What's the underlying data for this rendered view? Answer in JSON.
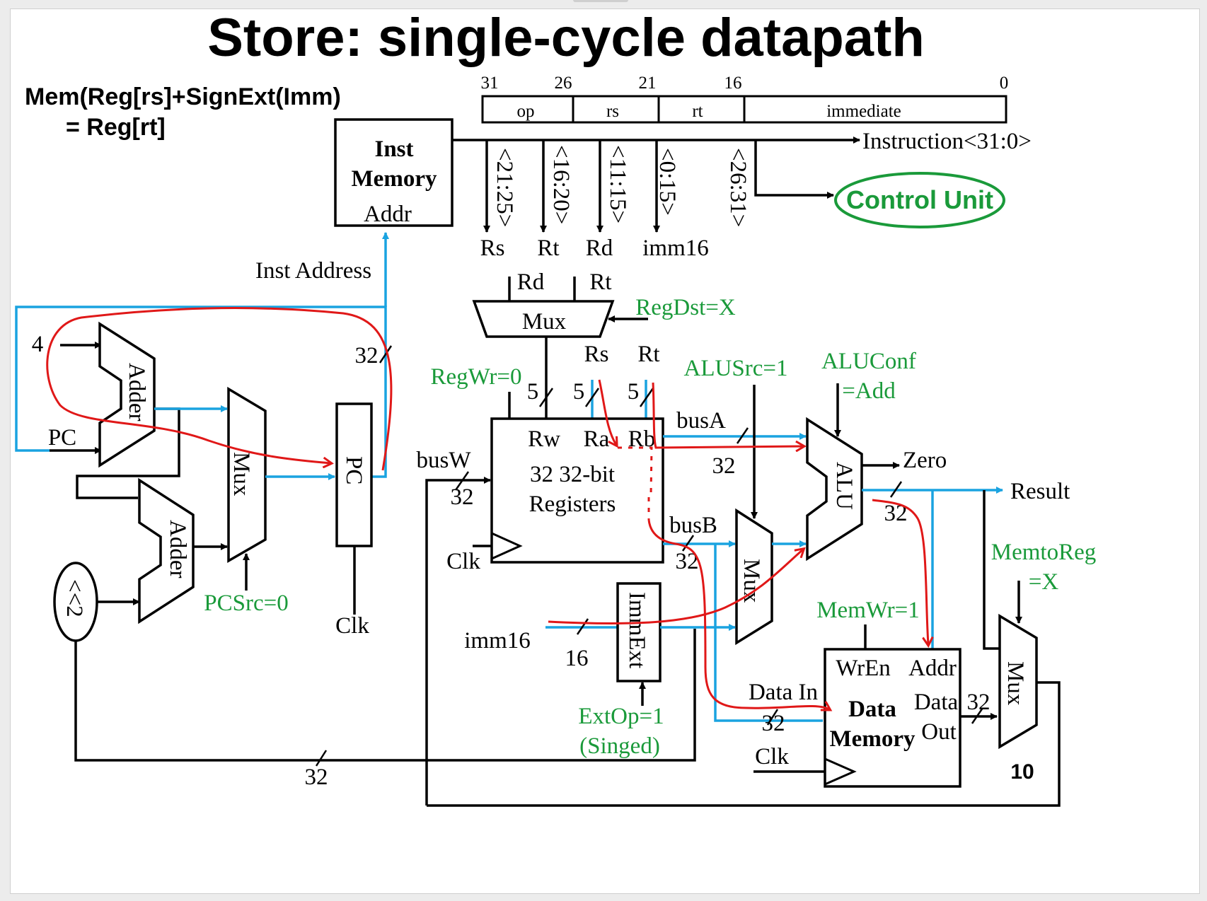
{
  "title": "Store: single-cycle datapath",
  "equation": {
    "line1": "Mem(Reg[rs]+SignExt(Imm)",
    "line2": "= Reg[rt]"
  },
  "format": {
    "bits": [
      "31",
      "26",
      "21",
      "16",
      "0"
    ],
    "fields": [
      "op",
      "rs",
      "rt",
      "immediate"
    ]
  },
  "instruction_label": "Instruction<31:0>",
  "control_unit": "Control Unit",
  "inst_memory": {
    "line1": "Inst",
    "line2": "Memory",
    "addr": "Addr"
  },
  "bit_ranges": [
    "<21:25>",
    "<16:20>",
    "<11:15>",
    "<0:15>",
    "<26:31>"
  ],
  "fields_out": [
    "Rs",
    "Rt",
    "Rd",
    "imm16"
  ],
  "inst_address": "Inst Address",
  "regdst_mux": {
    "in_rd": "Rd",
    "in_rt": "Rt",
    "label": "Mux",
    "ctrl": "RegDst=X"
  },
  "pc_logic": {
    "four": "4",
    "pc": "PC",
    "adder": "Adder",
    "mux": "Mux",
    "pc_reg": "PC",
    "shift": "<<2",
    "pcsrc": "PCSrc=0",
    "clk": "Clk",
    "width": "32"
  },
  "regfile": {
    "regwr": "RegWr=0",
    "rs": "Rs",
    "rt": "Rt",
    "w5": "5",
    "rw": "Rw",
    "ra": "Ra",
    "rb": "Rb",
    "line1": "32 32-bit",
    "line2": "Registers",
    "busw": "busW",
    "clk": "Clk",
    "width": "32"
  },
  "alu": {
    "alusrc": "ALUSrc=1",
    "aluconf1": "ALUConf",
    "aluconf2": "=Add",
    "busa": "busA",
    "busb": "busB",
    "label": "ALU",
    "zero": "Zero",
    "result": "Result",
    "mux": "Mux",
    "width": "32"
  },
  "ext": {
    "imm16": "imm16",
    "width": "16",
    "label": "ImmExt",
    "extop1": "ExtOp=1",
    "extop2": "(Singed)"
  },
  "dmem": {
    "memwr": "MemWr=1",
    "wren": "WrEn",
    "addr": "Addr",
    "datain": "Data In",
    "line1": "Data",
    "line2": "Memory",
    "dataout1": "Data",
    "dataout2": "Out",
    "clk": "Clk",
    "width": "32"
  },
  "memtoreg": {
    "line1": "MemtoReg",
    "line2": "=X",
    "mux": "Mux"
  },
  "page_number": "10",
  "colors": {
    "bus": "#1aa3e0",
    "control": "#1a9a3a",
    "path": "#e01818"
  }
}
